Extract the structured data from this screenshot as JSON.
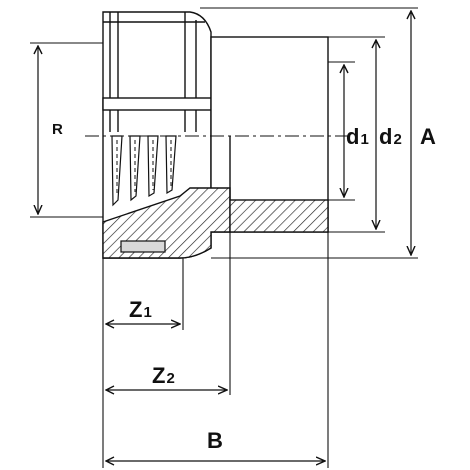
{
  "labels": {
    "R": "R",
    "d1_main": "d",
    "d1_sub": "1",
    "d2_main": "d",
    "d2_sub": "2",
    "A": "A",
    "Z1_main": "Z",
    "Z1_sub": "1",
    "Z2_main": "Z",
    "Z2_sub": "2",
    "B": "B"
  },
  "colors": {
    "line": "#111111",
    "hatch": "#333333",
    "background": "#ffffff",
    "insert": "#d9d9d9"
  }
}
